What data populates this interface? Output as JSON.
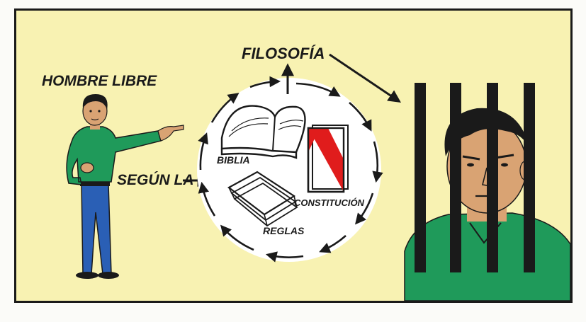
{
  "labels": {
    "hombre": "HOMBRE LIBRE",
    "segun": "SEGÚN LA",
    "filosofia": "FILOSOFÍA",
    "biblia": "BIBLIA",
    "constitucion": "CONSTITUCIÓN",
    "reglas": "REGLAS"
  },
  "colors": {
    "panel_bg": "#f8f2b2",
    "circle_fill": "#ffffff",
    "ink": "#1a1a1a",
    "shirt_green": "#1f9a5a",
    "jeans_blue": "#2a5fb5",
    "skin": "#d9a373",
    "flag_red": "#e01c1c"
  },
  "icons": [
    "book-icon",
    "flag-book-icon",
    "papers-icon",
    "prison-bars-icon"
  ]
}
